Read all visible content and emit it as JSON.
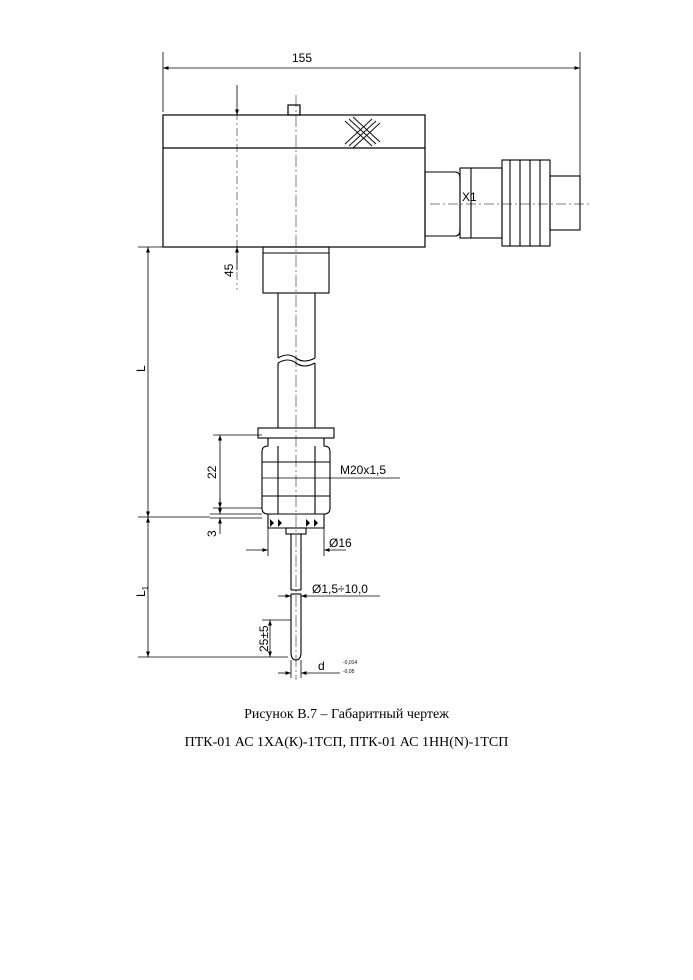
{
  "drawing": {
    "dims": {
      "width_total": "155",
      "head_height": "45",
      "length_l": "L",
      "thread_len": "22",
      "thread": "M20x1,5",
      "hex_gap": "3",
      "diam_body": "Ø16",
      "length_l1": "L",
      "length_l1_sub": "1",
      "diam_probe": "Ø1,5÷10,0",
      "tip_len": "25±5",
      "d": "d",
      "tol_upper": "-0,014",
      "tol_lower": "-0,05"
    },
    "connector_label": "X1"
  },
  "caption": {
    "line1": "Рисунок  В.7 – Габаритный чертеж",
    "line2": "ПТК-01 АС 1ХА(К)-1ТСП, ПТК-01 АС 1НН(N)-1ТСП"
  }
}
